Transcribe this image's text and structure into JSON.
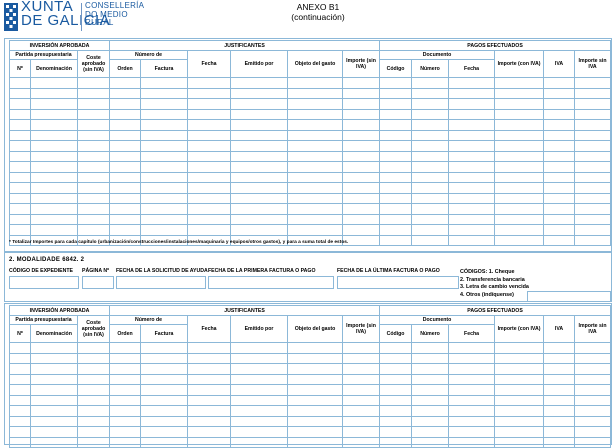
{
  "header": {
    "logo_line1": "XUNTA",
    "logo_line2": "DE GALICIA",
    "dept_line1": "CONSELLERÍA",
    "dept_line2": "DO MEDIO",
    "dept_line3": "RURAL",
    "anexo_title": "ANEXO B1",
    "anexo_subtitle": "(continuación)",
    "brand_color": "#1a5aa0"
  },
  "table_headers": {
    "inversion": "INVERSIÓN APROBADA",
    "justificantes": "JUSTIFICANTES",
    "pagos": "PAGOS EFECTUADOS",
    "partida": "Partida presupuestaria",
    "coste": "Coste aprobado (sin IVA)",
    "numero_de": "Número de",
    "documento": "Documento",
    "n": "Nº",
    "denominacion": "Denominación",
    "orden": "Orden",
    "factura": "Factura",
    "fecha": "Fecha",
    "emitido": "Emitido por",
    "objeto": "Objeto del gasto",
    "importe_sin": "Importe (sin IVA)",
    "codigo": "Código",
    "numero": "Número",
    "fecha2": "Fecha",
    "importe_con": "Importe (con IVA)",
    "iva": "IVA",
    "importe_sin_iva": "Importe sin IVA"
  },
  "note": "* Totalizar Importes para cada capítulo (urbanización/construcciones/instalaciones/maquinaria y equipos/otros gastos), y para a suma total de estos.",
  "section2": {
    "title": "2. MODALIDADE 6842. 2",
    "codigo_expediente": "CÓDIGO DE EXPEDIENTE",
    "pagina": "PÁGINA Nº",
    "fecha_solicitud": "FECHA DE LA SOLICITUD DE AYUDA",
    "fecha_primera": "FECHA DE LA PRIMERA FACTURA O PAGO",
    "fecha_ultima": "FECHA DE LA ÚLTIMA FACTURA O PAGO",
    "codes_title": "CÓDIGOS: 1. Cheque",
    "code2": "2. Transferencia bancaria",
    "code3": "3. Letra de cambio vencida",
    "code4": "4. Otros (indíquense)"
  }
}
